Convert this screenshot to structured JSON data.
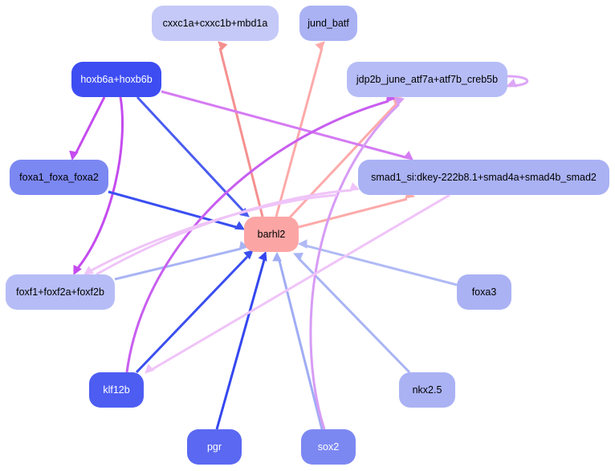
{
  "graph": {
    "nodes": [
      {
        "id": "cxxc",
        "label": "cxxc1a+cxxc1b+mbd1a",
        "fill": "#c4c9f7",
        "text_color": "#000000"
      },
      {
        "id": "jund",
        "label": "jund_batf",
        "fill": "#aab2f4",
        "text_color": "#000000"
      },
      {
        "id": "hoxb6",
        "label": "hoxb6a+hoxb6b",
        "fill": "#3d4df2",
        "text_color": "#ffffff"
      },
      {
        "id": "jdp2b",
        "label": "jdp2b_june_atf7a+atf7b_creb5b",
        "fill": "#b6bdf6",
        "text_color": "#000000"
      },
      {
        "id": "foxa1",
        "label": "foxa1_foxa_foxa2",
        "fill": "#7c88f2",
        "text_color": "#000000"
      },
      {
        "id": "smad",
        "label": "smad1_si:dkey-222b8.1+smad4a+smad4b_smad2",
        "fill": "#aab2f4",
        "text_color": "#000000"
      },
      {
        "id": "barhl2",
        "label": "barhl2",
        "fill": "#fca5a5",
        "text_color": "#000000"
      },
      {
        "id": "foxf1",
        "label": "foxf1+foxf2a+foxf2b",
        "fill": "#b6bdf6",
        "text_color": "#000000"
      },
      {
        "id": "foxa3",
        "label": "foxa3",
        "fill": "#aab2f4",
        "text_color": "#000000"
      },
      {
        "id": "klf12b",
        "label": "klf12b",
        "fill": "#4d5df2",
        "text_color": "#ffffff"
      },
      {
        "id": "nkx25",
        "label": "nkx2.5",
        "fill": "#aab2f4",
        "text_color": "#000000"
      },
      {
        "id": "pgr",
        "label": "pgr",
        "fill": "#5a68f2",
        "text_color": "#ffffff"
      },
      {
        "id": "sox2",
        "label": "sox2",
        "fill": "#7c88f2",
        "text_color": "#ffffff"
      }
    ],
    "edges": [
      {
        "from": "barhl2",
        "to": "cxxc",
        "color": "#f59090"
      },
      {
        "from": "barhl2",
        "to": "jund",
        "color": "#fcaaaa"
      },
      {
        "from": "barhl2",
        "to": "jdp2b",
        "color": "#fcaaaa"
      },
      {
        "from": "barhl2",
        "to": "smad",
        "color": "#fcaaaa"
      },
      {
        "from": "hoxb6",
        "to": "barhl2",
        "color": "#4a5cf0"
      },
      {
        "from": "hoxb6",
        "to": "foxa1",
        "color": "#c44bef"
      },
      {
        "from": "hoxb6",
        "to": "foxf1",
        "color": "#c44bef"
      },
      {
        "from": "hoxb6",
        "to": "smad",
        "color": "#d57bf3"
      },
      {
        "from": "foxa1",
        "to": "barhl2",
        "color": "#3a4ef0"
      },
      {
        "from": "foxf1",
        "to": "barhl2",
        "color": "#a9b4f4"
      },
      {
        "from": "foxa3",
        "to": "barhl2",
        "color": "#b0baf5"
      },
      {
        "from": "klf12b",
        "to": "barhl2",
        "color": "#3a4ef0"
      },
      {
        "from": "klf12b",
        "to": "jdp2b",
        "color": "#c85ef0"
      },
      {
        "from": "nkx25",
        "to": "barhl2",
        "color": "#a9b4f4"
      },
      {
        "from": "pgr",
        "to": "barhl2",
        "color": "#3447ef"
      },
      {
        "from": "sox2",
        "to": "barhl2",
        "color": "#a0acf4"
      },
      {
        "from": "sox2",
        "to": "jdp2b",
        "color": "#d79cf5"
      },
      {
        "from": "smad",
        "to": "foxf1",
        "color": "#efc4f8"
      },
      {
        "from": "smad",
        "to": "klf12b",
        "color": "#efc4f8"
      },
      {
        "from": "foxf1",
        "to": "smad",
        "color": "#efc4f8"
      },
      {
        "from": "jdp2b",
        "to": "jdp2b",
        "color": "#dda6f6"
      }
    ]
  }
}
